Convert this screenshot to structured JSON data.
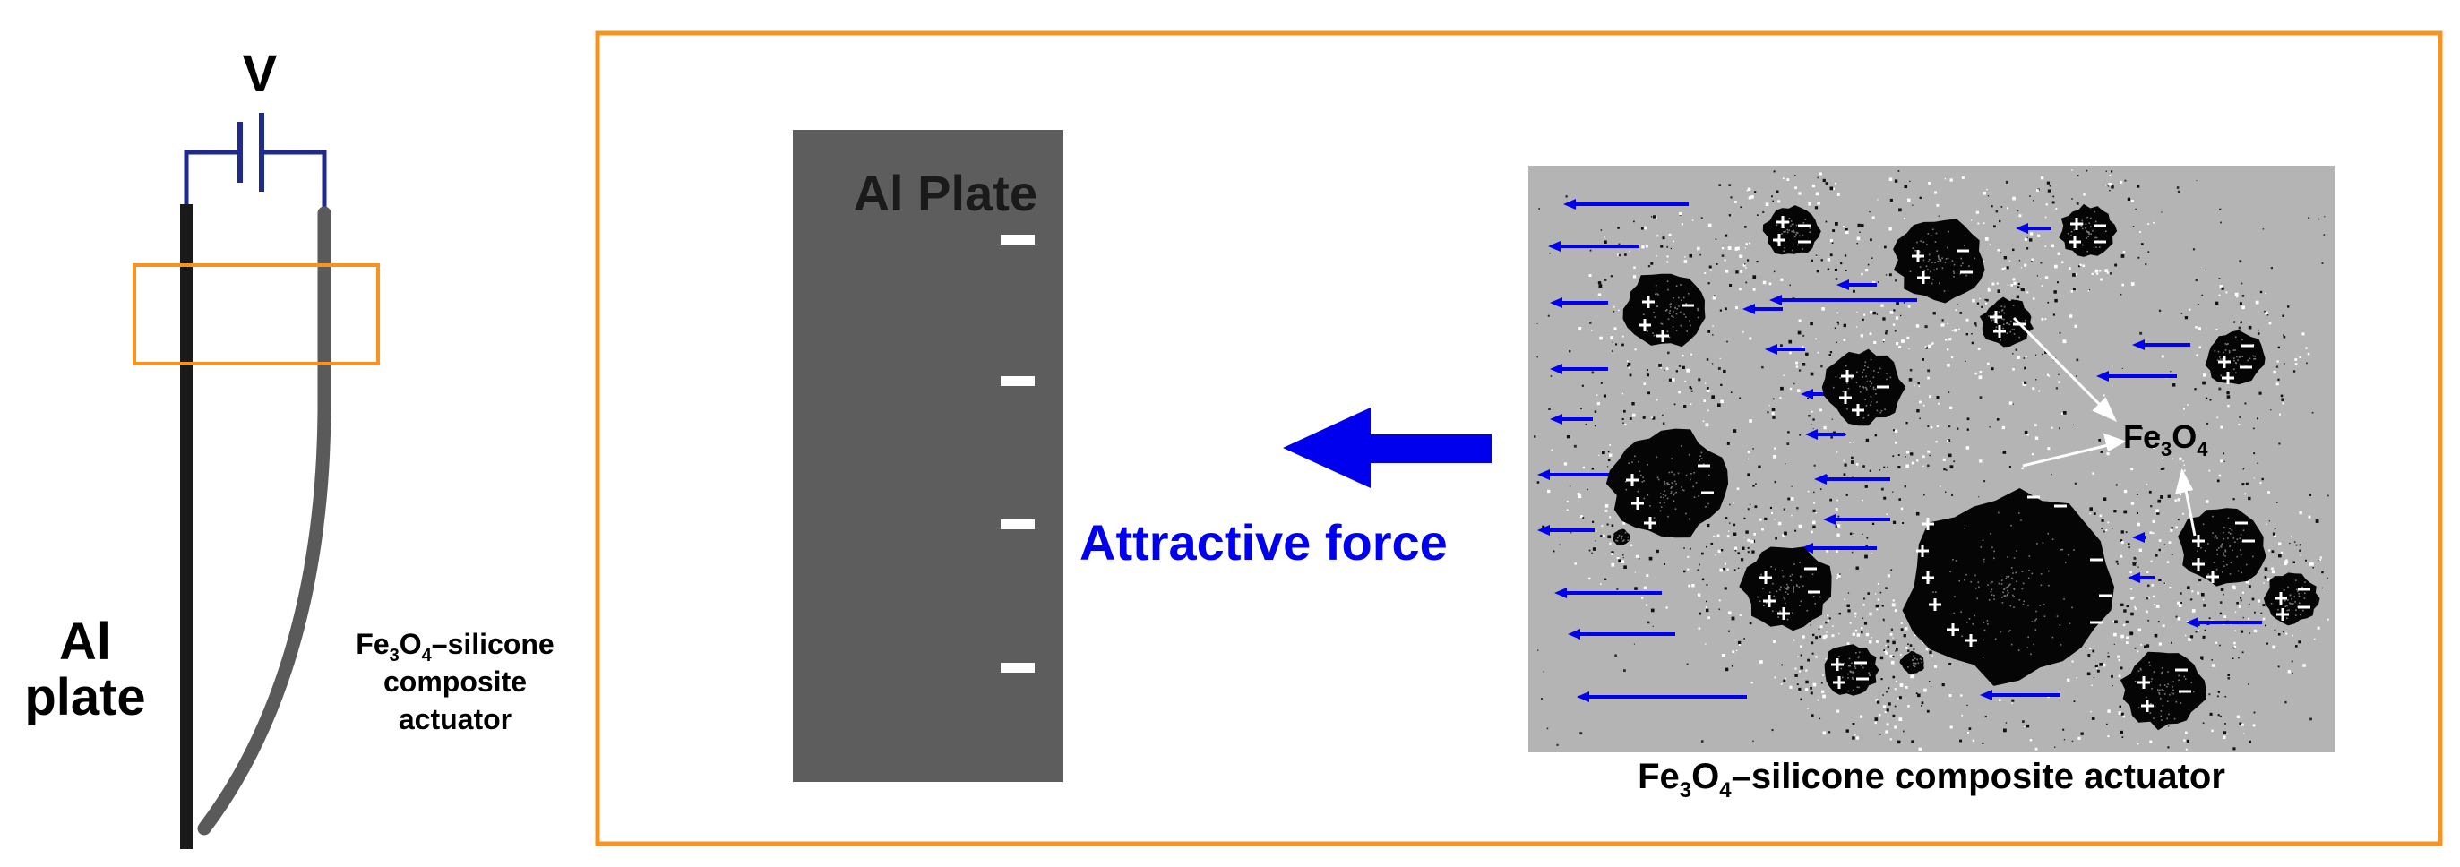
{
  "left_panel": {
    "voltage_label": "V",
    "plate_label_line1": "Al",
    "plate_label_line2": "plate",
    "actuator_formula": {
      "base1": "Fe",
      "sub1": "3",
      "base2": "O",
      "sub2": "4",
      "suffix": "–silicone"
    },
    "actuator_line2": "composite",
    "actuator_line3": "actuator"
  },
  "zoom_panel": {
    "plate_title": "Al Plate",
    "plate_charge_sign": "−",
    "plate_charge_count": 4,
    "force_label": "Attractive force",
    "particle_label": {
      "base1": "Fe",
      "sub1": "3",
      "base2": "O",
      "sub2": "4"
    },
    "caption": {
      "base1": "Fe",
      "sub1": "3",
      "base2": "O",
      "sub2": "4",
      "suffix": "–silicone composite actuator"
    }
  },
  "colors": {
    "wire": "#1f2a8c",
    "orange_frame": "#f7931e",
    "plate_fill": "#5d5d5d",
    "composite_bg": "#b4b4b4",
    "arrow_blue": "#0000ee",
    "actuator_strip": "#5a5a5a"
  }
}
